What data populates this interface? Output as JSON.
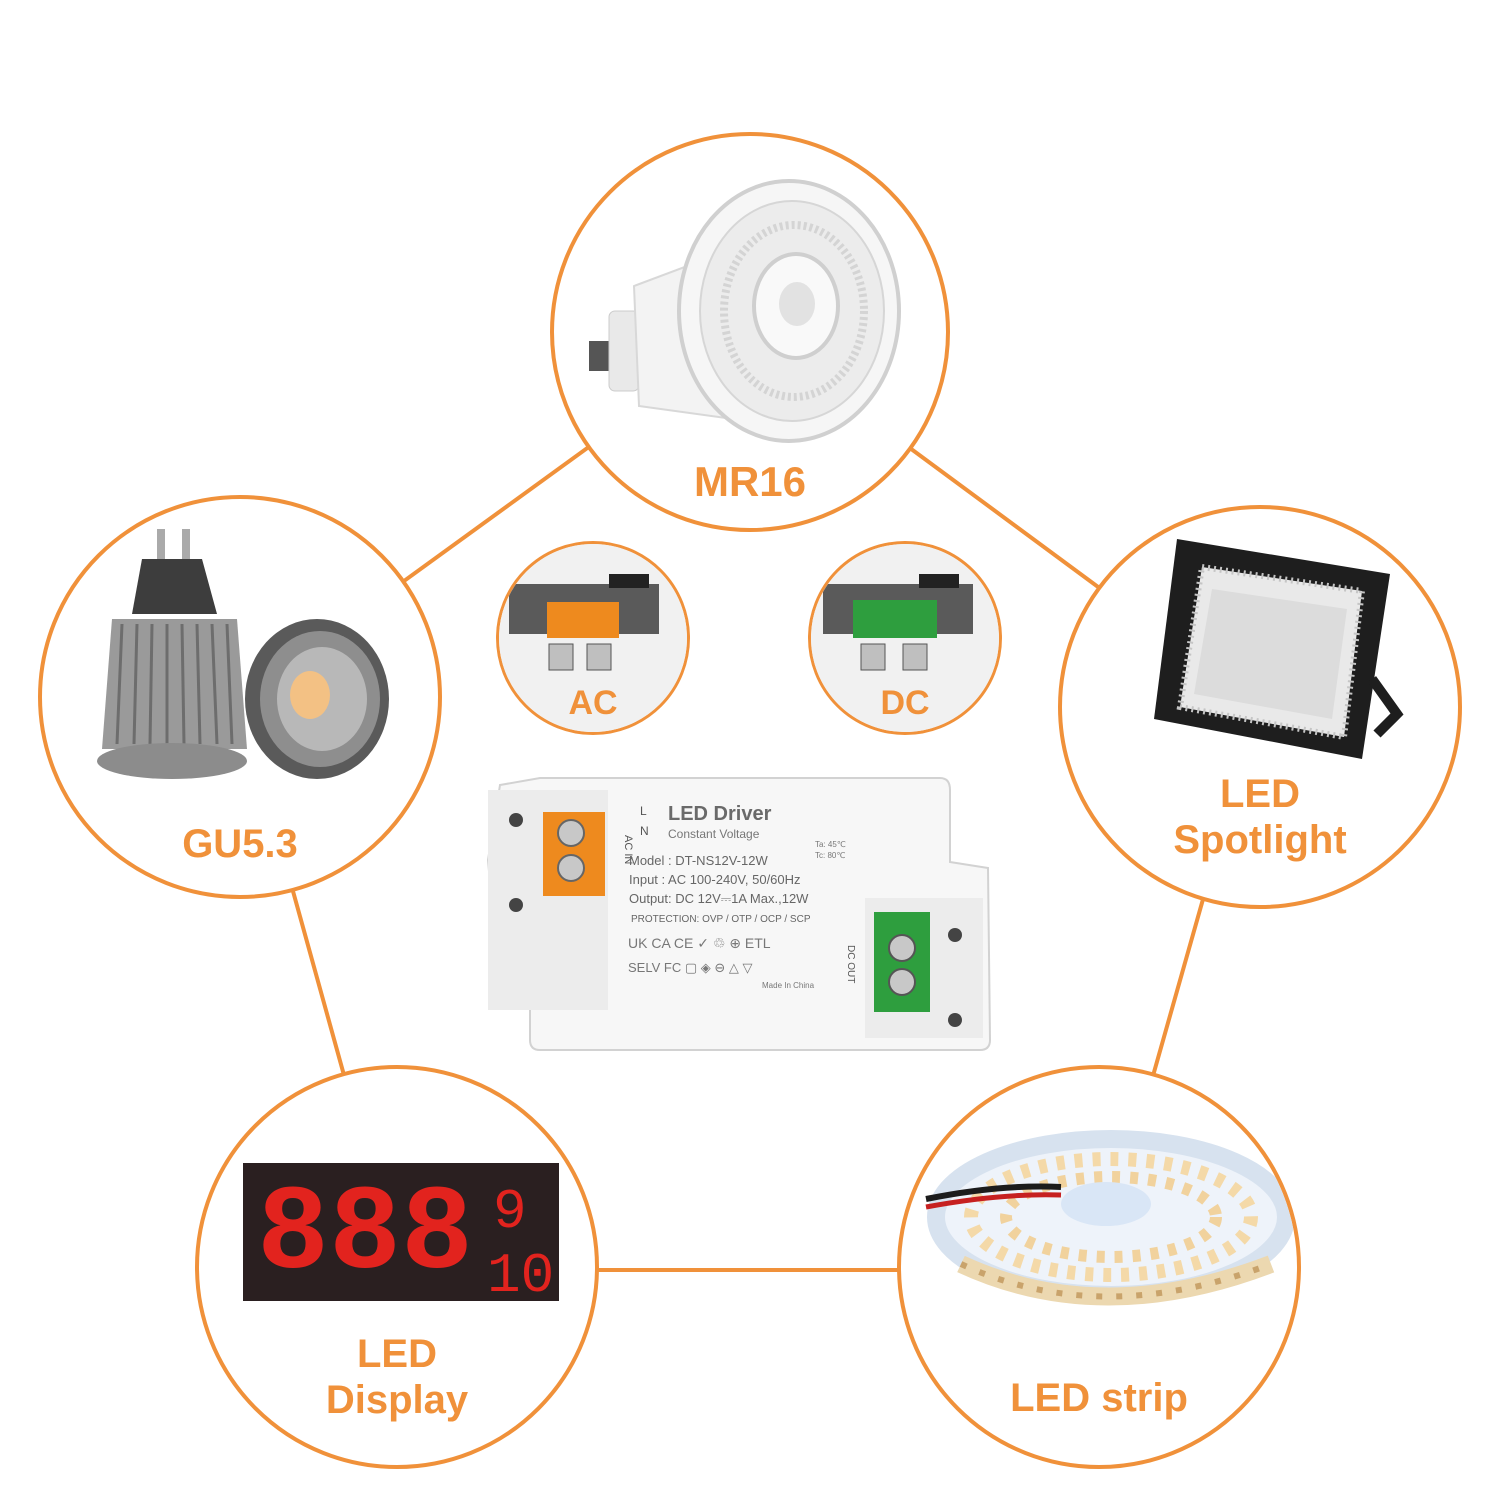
{
  "accent_color": "#F0913A",
  "applications": {
    "mr16": {
      "label": "MR16",
      "icon": "gu10-led-bulb-icon"
    },
    "gu53": {
      "label": "GU5.3",
      "icon": "cob-spotlight-bulb-icon"
    },
    "spotlight": {
      "label_line1": "LED",
      "label_line2": "Spotlight",
      "icon": "led-floodlight-icon"
    },
    "display": {
      "label_line1": "LED",
      "label_line2": "Display",
      "icon": "seven-segment-display-icon",
      "digits": "888",
      "side_digits": [
        "9",
        "10"
      ]
    },
    "strip": {
      "label": "LED strip",
      "icon": "led-strip-reel-icon"
    }
  },
  "terminals": {
    "ac": {
      "label": "AC",
      "icon": "orange-terminal-block-icon",
      "color": "#EE8A1E"
    },
    "dc": {
      "label": "DC",
      "icon": "green-terminal-block-icon",
      "color": "#2E9E3E"
    }
  },
  "driver": {
    "title": "LED Driver",
    "subtitle": "Constant Voltage",
    "ac_in": "AC IN",
    "dc_out": "DC OUT",
    "terminal_l": "L",
    "terminal_n": "N",
    "ta": "Ta: 45℃",
    "tc": "Tc: 80℃",
    "model": "Model  : DT-NS12V-12W",
    "input": "Input   : AC 100-240V,  50/60Hz",
    "output": "Output: DC 12V⎓1A Max.,12W",
    "protection": "PROTECTION: OVP / OTP / OCP / SCP",
    "certs_row1": "UK CA  CE ✓ ♲ ⊕  ETL",
    "certs_row2": "SELV FC ▢ ◈ ⊖ △ ▽",
    "made_in": "Made In China"
  }
}
